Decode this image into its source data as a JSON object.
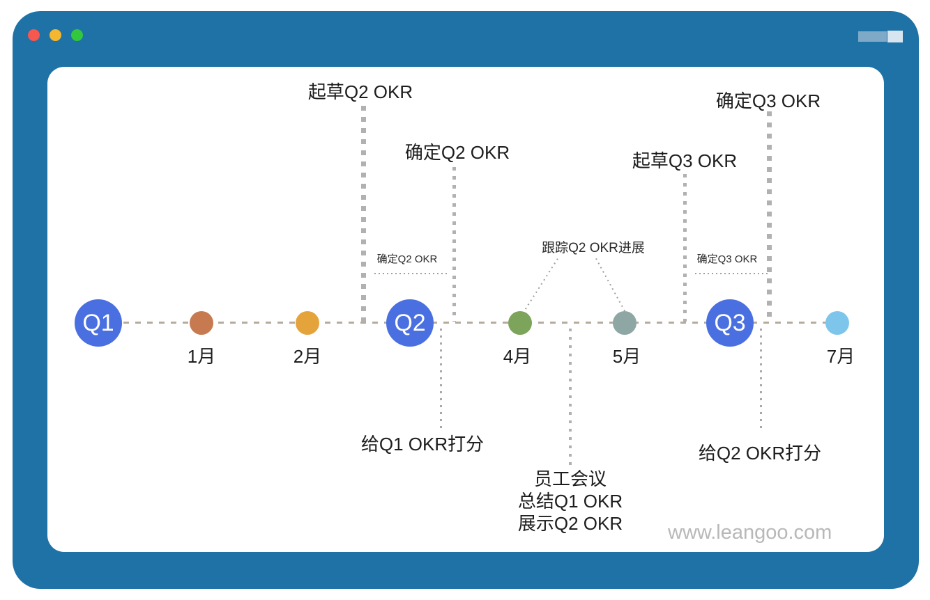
{
  "window": {
    "frame_color": "#1F72A6",
    "traffic_lights": [
      {
        "name": "close",
        "color": "#F6574E"
      },
      {
        "name": "minimize",
        "color": "#F5B72F"
      },
      {
        "name": "zoom",
        "color": "#32C73C"
      }
    ],
    "controls": {
      "bar_color": "#7EA9C7",
      "box_color": "#D7E5F0"
    }
  },
  "diagram": {
    "quarters": [
      {
        "label": "Q1",
        "color": "#4A6FE0"
      },
      {
        "label": "Q2",
        "color": "#4A6FE0"
      },
      {
        "label": "Q3",
        "color": "#4A6FE0"
      }
    ],
    "months": [
      {
        "label": "1月",
        "color": "#C7794F"
      },
      {
        "label": "2月",
        "color": "#E5A33C"
      },
      {
        "label": "4月",
        "color": "#7CA45A"
      },
      {
        "label": "5月",
        "color": "#8FA7A4"
      },
      {
        "label": "7月",
        "color": "#7EC5EC"
      }
    ],
    "annotations": {
      "draft_q2": "起草Q2 OKR",
      "confirm_q2": "确定Q2 OKR",
      "confirm_q2_small": "确定Q2 OKR",
      "track_q2": "跟踪Q2 OKR进展",
      "draft_q3": "起草Q3 OKR",
      "confirm_q3": "确定Q3 OKR",
      "confirm_q3_small": "确定Q3 OKR",
      "score_q1": "给Q1 OKR打分",
      "score_q2": "给Q2 OKR打分",
      "meeting": [
        "员工会议",
        "总结Q1 OKR",
        "展示Q2 OKR"
      ]
    },
    "watermark": "www.leangoo.com"
  }
}
